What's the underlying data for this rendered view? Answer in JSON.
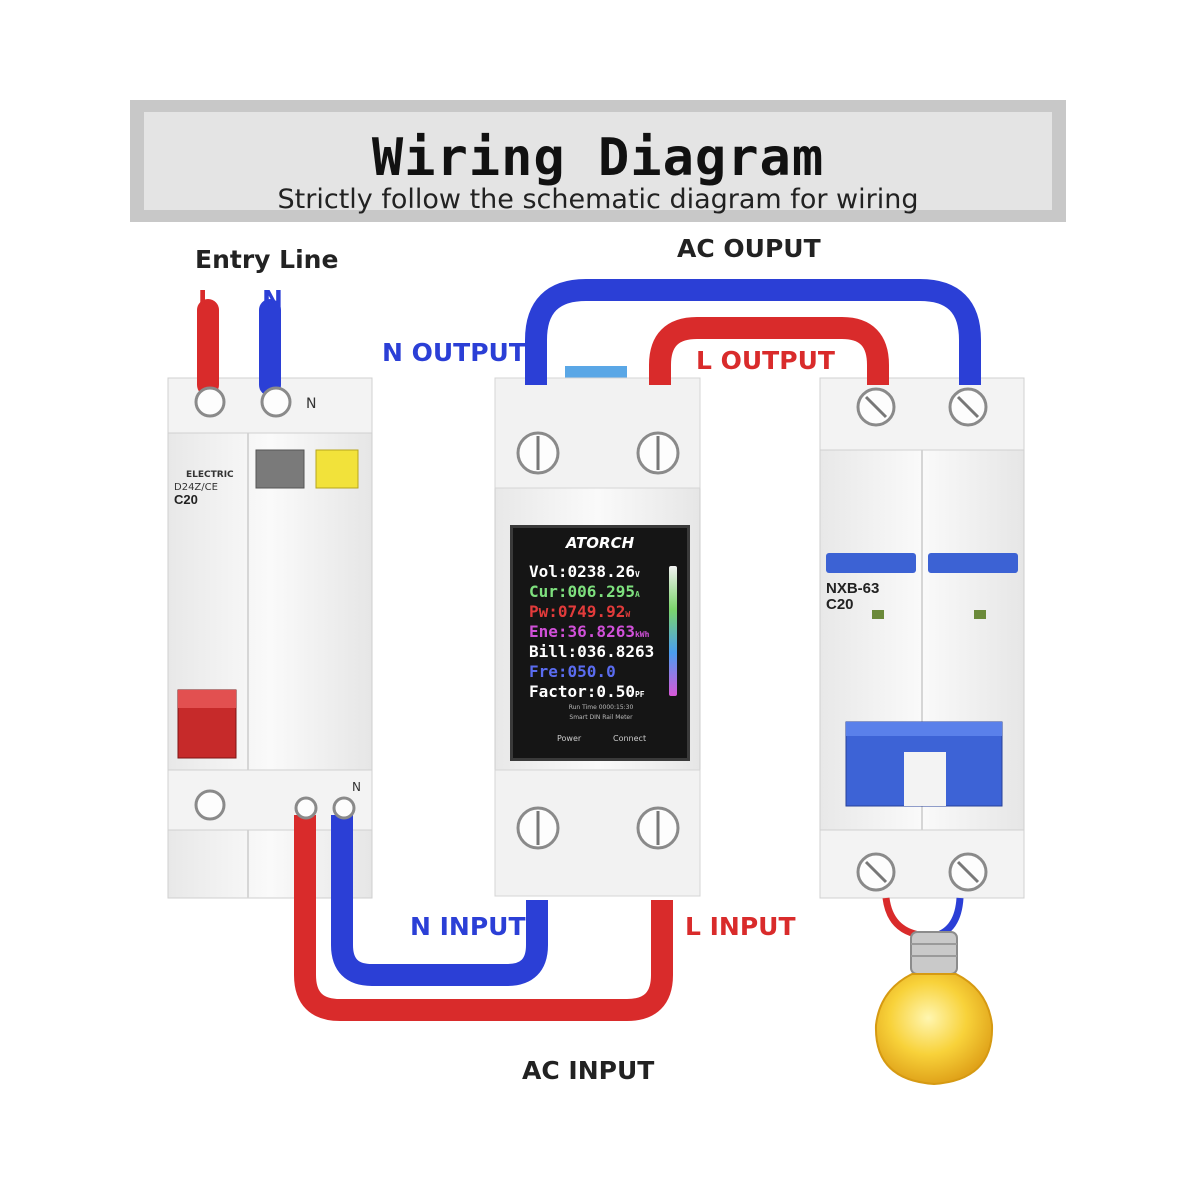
{
  "header": {
    "title": "Wiring Diagram",
    "subtitle": "Strictly follow the schematic diagram for wiring"
  },
  "labels": {
    "entry_line": "Entry Line",
    "entry_L": "L",
    "entry_N": "N",
    "ac_output": "AC OUPUT",
    "n_output": "N OUTPUT",
    "l_output": "L OUTPUT",
    "n_input": "N INPUT",
    "l_input": "L INPUT",
    "ac_input": "AC INPUT"
  },
  "meter": {
    "brand": "ATORCH",
    "rows": [
      {
        "text": "Vol:0238.26",
        "unit": "V",
        "color": "#ffffff"
      },
      {
        "text": "Cur:006.295",
        "unit": "A",
        "color": "#7ee07e"
      },
      {
        "text": "Pw:0749.92",
        "unit": "W",
        "color": "#e23b3b"
      },
      {
        "text": "Ene:36.8263",
        "unit": "kWh",
        "color": "#d050d8"
      },
      {
        "text": "Bill:036.8263",
        "unit": "",
        "color": "#ffffff"
      },
      {
        "text": "Fre:050.0",
        "unit": "",
        "color": "#5a6cf0"
      },
      {
        "text": "Factor:0.50",
        "unit": "PF",
        "color": "#ffffff"
      }
    ],
    "run_time": "Run Time 0000:15:30",
    "model": "Smart DIN Rail Meter",
    "power_label": "Power",
    "connect_label": "Connect"
  },
  "left_breaker": {
    "brand": "ELECTRIC",
    "model": "D24Z/CE",
    "rating": "C20",
    "n_mark": "N"
  },
  "right_breaker": {
    "model": "NXB-63",
    "rating": "C20"
  },
  "colors": {
    "live_wire": "#d92b2b",
    "neutral_wire": "#2b3fd6",
    "breaker_blue": "#3c62d4",
    "banner": "#c8c8c8"
  },
  "icons": [
    "terminal-screw-icon",
    "light-bulb-icon",
    "wifi-icon"
  ]
}
